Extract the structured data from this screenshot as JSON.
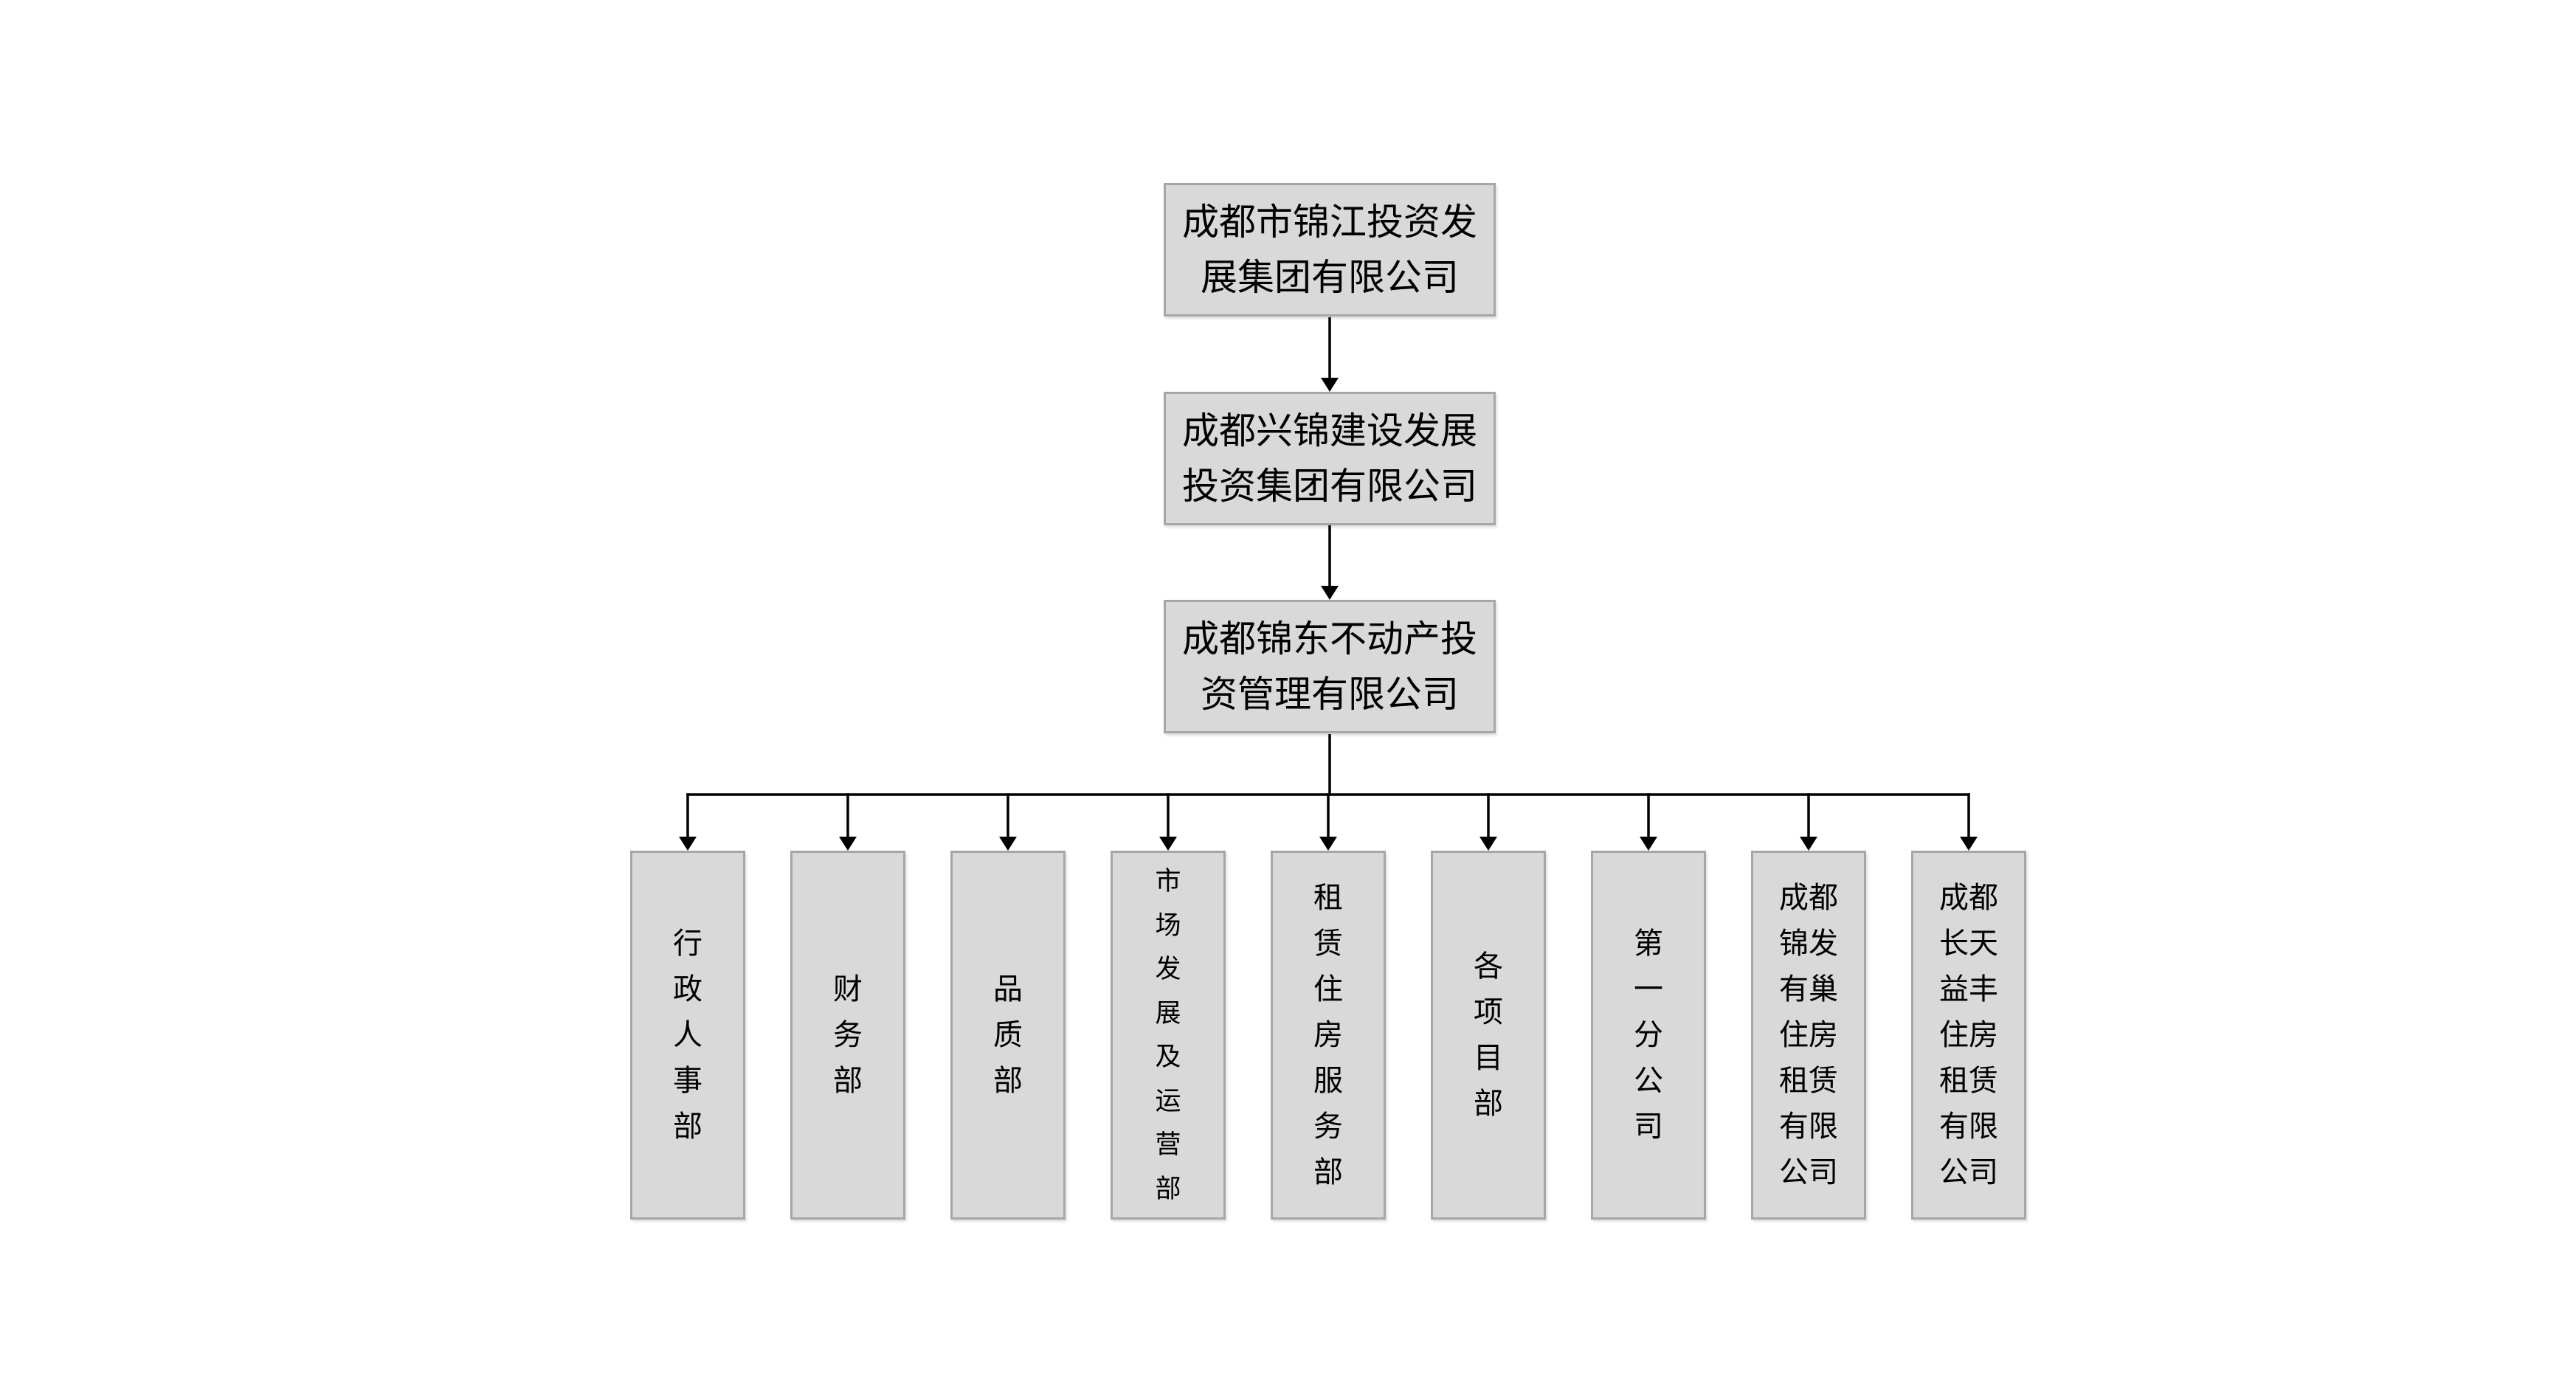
{
  "org_chart": {
    "levels": [
      {
        "label": "成都市锦江投资发展集团有限公司"
      },
      {
        "label": "成都兴锦建设发展投资集团有限公司"
      },
      {
        "label": "成都锦东不动产投资管理有限公司"
      }
    ],
    "departments": [
      {
        "label": "行政人事部"
      },
      {
        "label": "财务部"
      },
      {
        "label": "品质部"
      },
      {
        "label": "市场发展及运营部"
      },
      {
        "label": "租赁住房服务部"
      },
      {
        "label": "各项目部"
      },
      {
        "label": "第一分公司"
      },
      {
        "label": "成都锦发有巢住房租赁有限公司"
      },
      {
        "label": "成都长天益丰住房租赁有限公司"
      }
    ],
    "colors": {
      "box_fill": "#d9d9d9",
      "box_border": "#a6a6a6",
      "connector": "#000000",
      "text": "#000000",
      "background": "#ffffff"
    }
  }
}
